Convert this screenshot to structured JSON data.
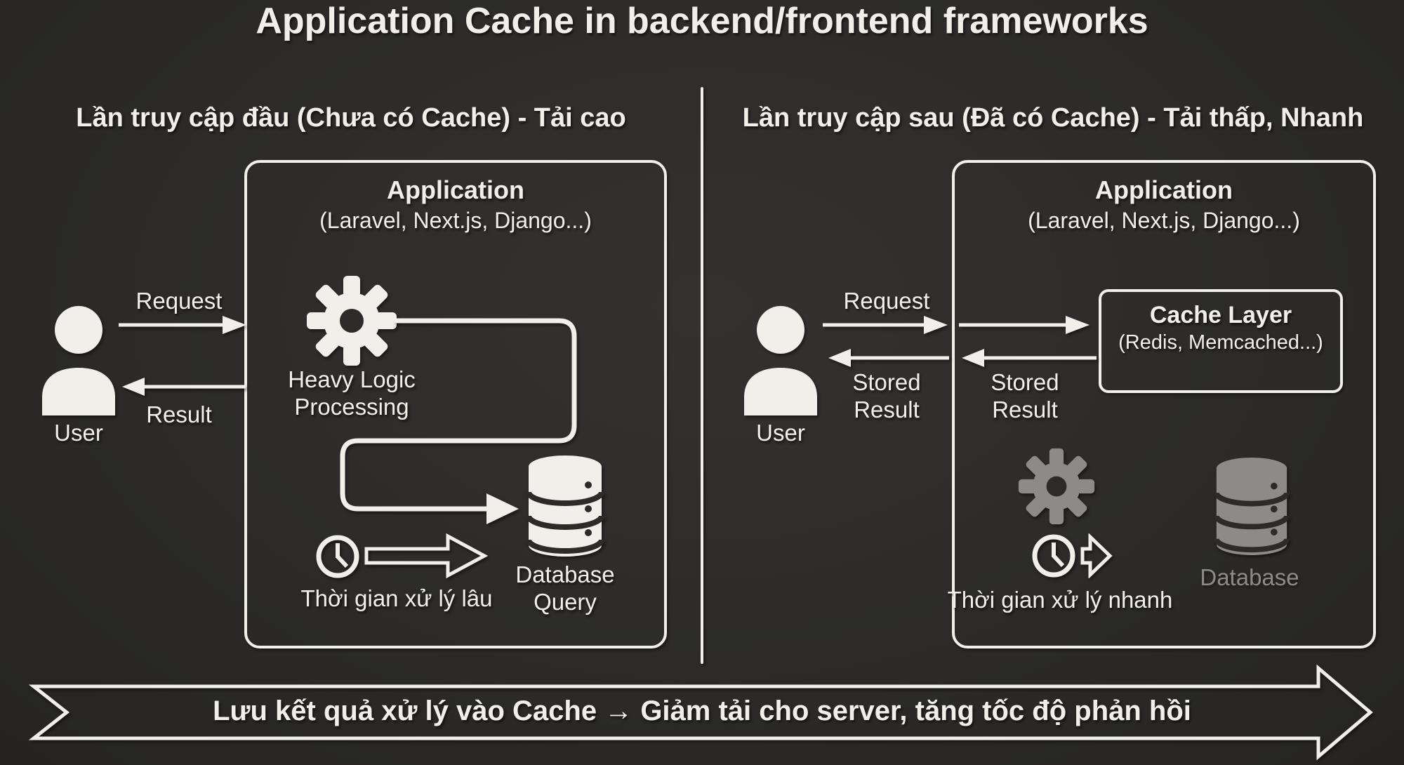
{
  "title": "Application Cache in backend/frontend frameworks",
  "left": {
    "heading": "Lần truy cập đầu (Chưa có Cache) - Tải cao",
    "user_label": "User",
    "request_label": "Request",
    "result_label": "Result",
    "app_title": "Application",
    "app_subtitle": "(Laravel, Next.js, Django...)",
    "process_label": "Heavy Logic Processing",
    "time_label": "Thời gian xử lý lâu",
    "database_label": "Database Query"
  },
  "right": {
    "heading": "Lần truy cập sau (Đã có Cache) - Tải thấp, Nhanh",
    "user_label": "User",
    "request_label": "Request",
    "stored_result_user_label": "Stored Result",
    "stored_result_cache_label": "Stored Result",
    "app_title": "Application",
    "app_subtitle": "(Laravel, Next.js, Django...)",
    "cache_title": "Cache Layer",
    "cache_subtitle": "(Redis, Memcached...)",
    "time_label": "Thời gian xử lý nhanh",
    "database_label": "Database"
  },
  "banner": {
    "text": "Lưu kết quả xử lý vào Cache → Giảm tải cho server, tăng tốc độ phản hồi"
  },
  "colors": {
    "background": "#2c2b29",
    "ink": "#f1efe9",
    "muted_gray": "#8d8b87"
  }
}
